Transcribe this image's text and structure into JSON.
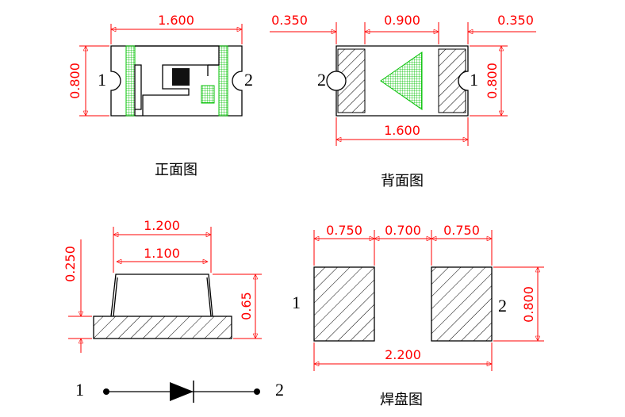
{
  "front": {
    "width": "1.600",
    "height": "0.800",
    "pin_left": "1",
    "pin_right": "2",
    "caption": "正面图"
  },
  "back": {
    "left": "0.350",
    "middle": "0.900",
    "right": "0.350",
    "width": "1.600",
    "height": "0.800",
    "pin_left": "2",
    "pin_right": "1",
    "caption": "背面图"
  },
  "side": {
    "top_width": "1.200",
    "inner_width": "1.100",
    "lens_height": "0.250",
    "total_height": "0.65"
  },
  "symbol": {
    "pin_left": "1",
    "pin_right": "2"
  },
  "pads": {
    "pad_left": "0.750",
    "gap": "0.700",
    "pad_right": "0.750",
    "total": "2.200",
    "height": "0.800",
    "pin_left": "1",
    "pin_right": "2",
    "caption": "焊盘图"
  },
  "colors": {
    "dimension": "#ff0000",
    "outline": "#000000",
    "green": "#00c000"
  }
}
